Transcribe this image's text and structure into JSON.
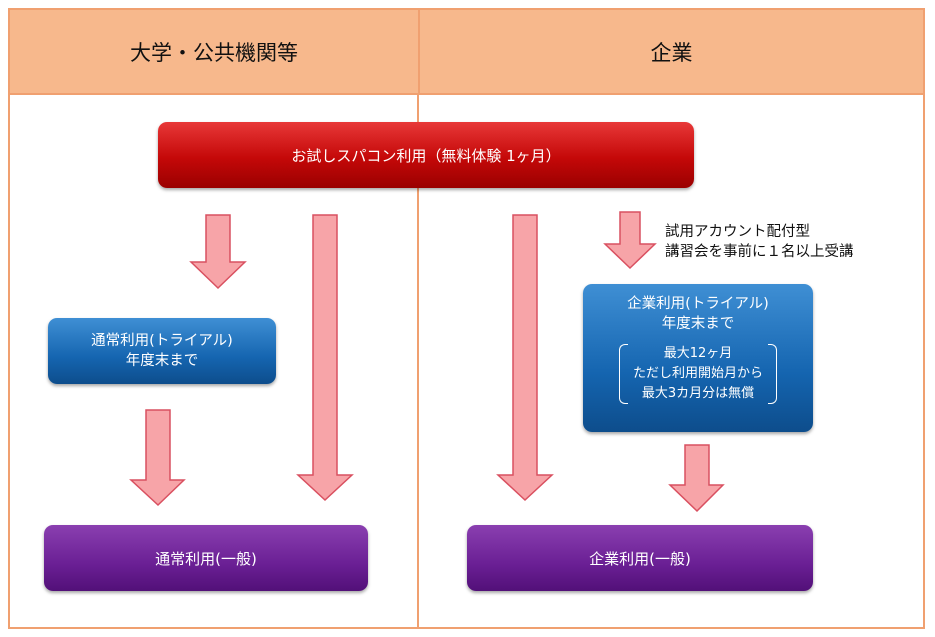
{
  "headers": {
    "left": "大学・公共機関等",
    "right": "企業"
  },
  "trial_box": {
    "label": "お試しスパコン利用（無料体験 1ヶ月）"
  },
  "univ_trial": {
    "line1": "通常利用(トライアル)",
    "line2": "年度末まで"
  },
  "corp_trial": {
    "line1": "企業利用(トライアル)",
    "line2": "年度末まで",
    "note1": "最大12ヶ月",
    "note2": "ただし利用開始月から",
    "note3": "最大3カ月分は無償"
  },
  "condition": {
    "line1": "試用アカウント配付型",
    "line2": "講習会を事前に１名以上受講"
  },
  "univ_general": {
    "label": "通常利用(一般)"
  },
  "corp_general": {
    "label": "企業利用(一般)"
  },
  "colors": {
    "header_fill": "#f7b88c",
    "border": "#f0a070",
    "trial_red": "#c40808",
    "blue": "#1565b0",
    "purple": "#6a1f94",
    "arrow_fill": "#f7a4a8",
    "arrow_stroke": "#d95060"
  }
}
